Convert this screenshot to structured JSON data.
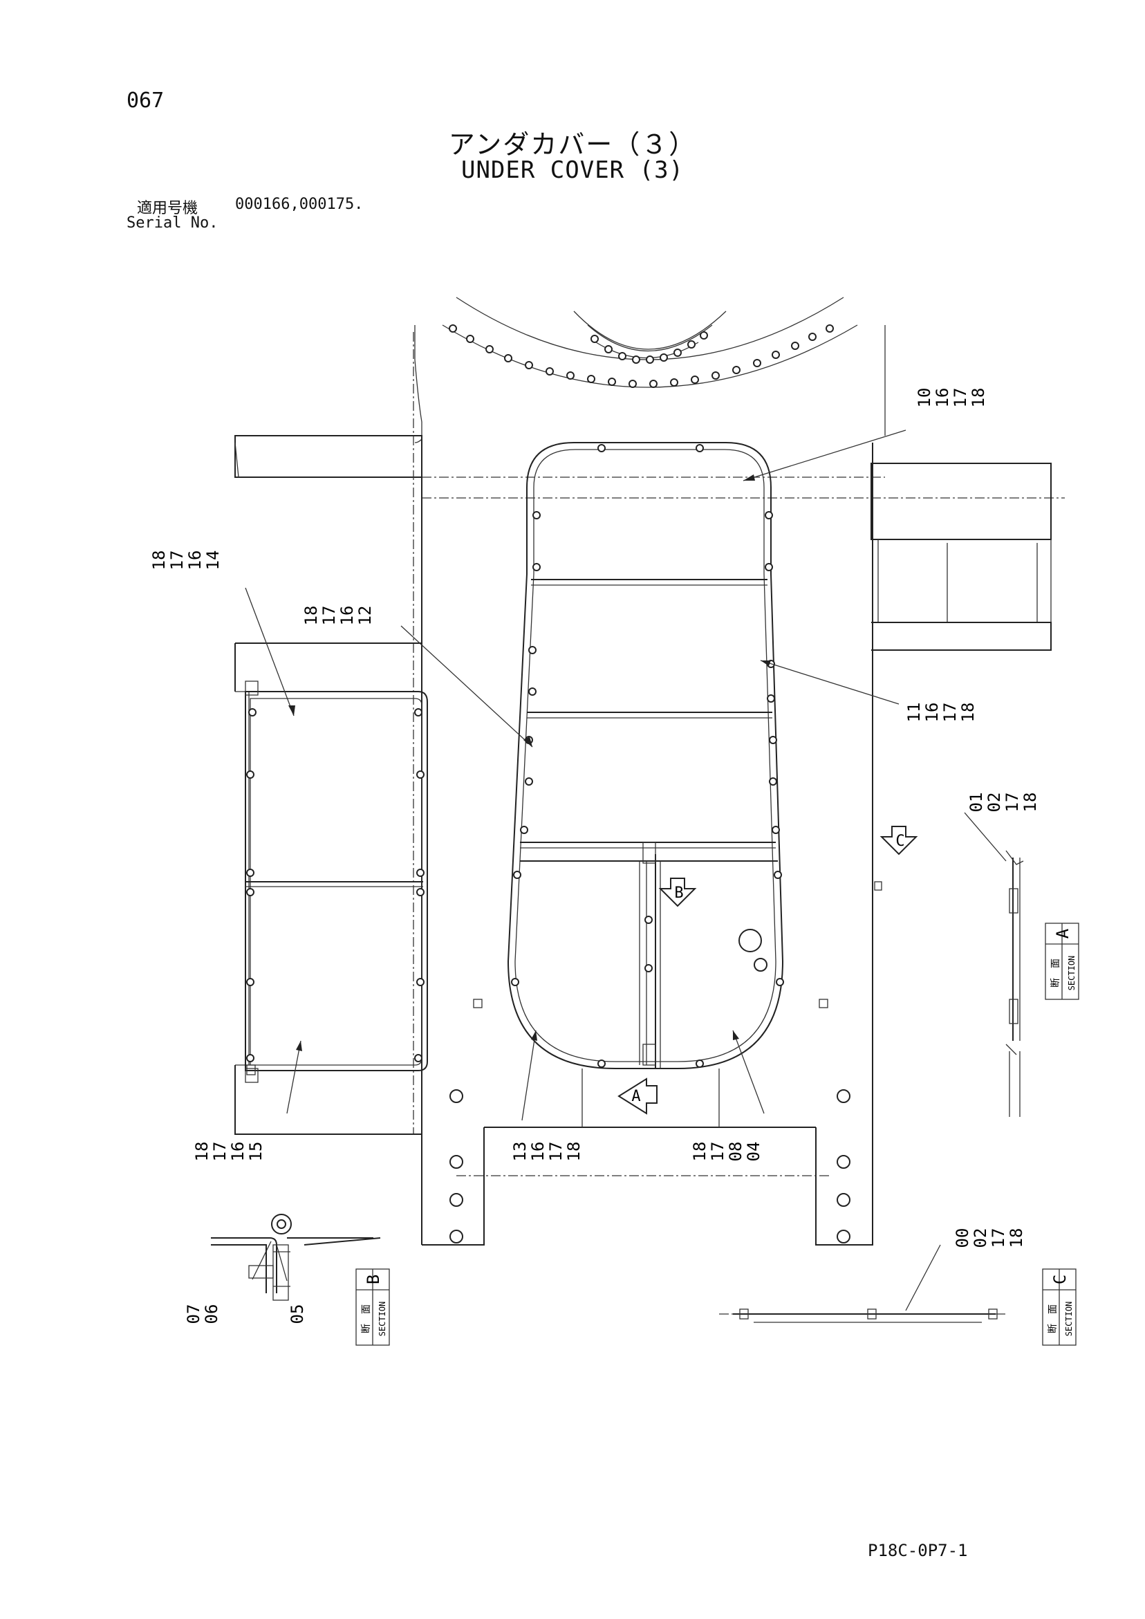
{
  "page": {
    "number": "067",
    "title_jp": "アンダカバー（３）",
    "title_en": "UNDER COVER (3)",
    "serial_label_jp": "適用号機",
    "serial_values": "000166,000175.",
    "serial_label_en": "Serial No.",
    "drawing_code": "P18C-0P7-1"
  },
  "callouts": [
    {
      "id": "c-top-right",
      "lines": [
        "10",
        "16",
        "17",
        "18"
      ]
    },
    {
      "id": "c-right-mid",
      "lines": [
        "11",
        "16",
        "17",
        "18"
      ]
    },
    {
      "id": "c-left-14",
      "lines": [
        "18",
        "17",
        "16",
        "14"
      ]
    },
    {
      "id": "c-left-12",
      "lines": [
        "18",
        "17",
        "16",
        "12"
      ]
    },
    {
      "id": "c-section-a",
      "lines": [
        "01",
        "02",
        "17",
        "18"
      ]
    },
    {
      "id": "c-left-15",
      "lines": [
        "18",
        "17",
        "16",
        "15"
      ]
    },
    {
      "id": "c-bottom-13",
      "lines": [
        "13",
        "16",
        "17",
        "18"
      ]
    },
    {
      "id": "c-bottom-04",
      "lines": [
        "18",
        "17",
        "08",
        "04"
      ]
    },
    {
      "id": "c-section-c",
      "lines": [
        "00",
        "02",
        "17",
        "18"
      ]
    },
    {
      "id": "c-section-b-left",
      "lines": [
        "07",
        "06"
      ]
    },
    {
      "id": "c-section-b-right",
      "lines": [
        "05"
      ]
    }
  ],
  "view_markers": {
    "a": "A",
    "b": "B",
    "c": "C"
  },
  "sections": [
    {
      "id": "A",
      "jp": "断　面",
      "en": "SECTION",
      "letter": "A"
    },
    {
      "id": "B",
      "jp": "断　面",
      "en": "SECTION",
      "letter": "B"
    },
    {
      "id": "C",
      "jp": "断　面",
      "en": "SECTION",
      "letter": "C"
    }
  ]
}
